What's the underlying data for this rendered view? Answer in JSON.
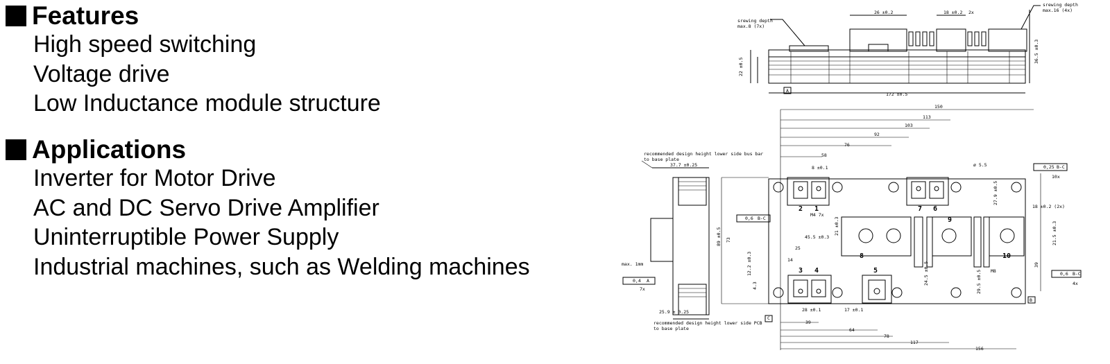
{
  "features": {
    "heading": "Features",
    "items": [
      "High speed switching",
      "Voltage drive",
      "Low Inductance module structure"
    ]
  },
  "applications": {
    "heading": "Applications",
    "items": [
      "Inverter for Motor Drive",
      "AC and DC Servo Drive Amplifier",
      "Uninterruptible Power Supply",
      "Industrial machines, such as Welding machines"
    ]
  },
  "drawing": {
    "notes": {
      "screwing_depth_left": "srewing depth",
      "screwing_depth_left_2": "max.8  (7x)",
      "screwing_depth_right": "srewing depth",
      "screwing_depth_right_2": "max.16 (4x)",
      "bus_bar_note": "recommended design height lower side bus bar",
      "bus_bar_note_2": "to base plate",
      "pcb_note": "recommended design height lower side PCB",
      "pcb_note_2": "to base plate",
      "max_1mm": "max. 1mm"
    },
    "dims": {
      "d26": "26 ±0.2",
      "d18top": "18 ±0.2",
      "d2x": "2x",
      "d22": "22 ±0.5",
      "d36_5": "36.5 ±0.3",
      "d172": "172 ±0.5",
      "d150": "150",
      "d113": "113",
      "d103": "103",
      "d92": "92",
      "d76": "76",
      "d58": "58",
      "d37_7": "37.7 ±0.25",
      "d8": "8 ±0.1",
      "d5_5": "ø 5.5",
      "d0_25": "0,25",
      "dBC": "B-C",
      "d10x": "10x",
      "d0_6": "0,6",
      "dM4": "M4  7x",
      "d89": "89 ±0.5",
      "d73": "73",
      "d21": "21 ±0.3",
      "d45_5": "45.5 ±0.3",
      "d25": "25",
      "d14": "14",
      "d12_2": "12.2 ±0.3",
      "d4_3": "4.3",
      "d28": "28 ±0.1",
      "d17": "17 ±0.1",
      "d18_2x": "18 ±0.2  (2x)",
      "d27_9": "27.9 ±0.5",
      "d21_5": "21.5 ±0.3",
      "d39": "39",
      "dM8": "M8",
      "d24_5": "24.5 ±0.5",
      "d29_5": "29.5 ±0.5",
      "d4x": "4x",
      "d0_4": "0,4",
      "dA": "A",
      "d7x": "7x",
      "d25_9": "25.9 ± 0.25",
      "d64": "64",
      "d78": "78",
      "d117": "117",
      "d156": "156",
      "dB": "B",
      "dC": "C"
    },
    "terminals": [
      "1",
      "2",
      "3",
      "4",
      "5",
      "6",
      "7",
      "8",
      "9",
      "10"
    ]
  }
}
